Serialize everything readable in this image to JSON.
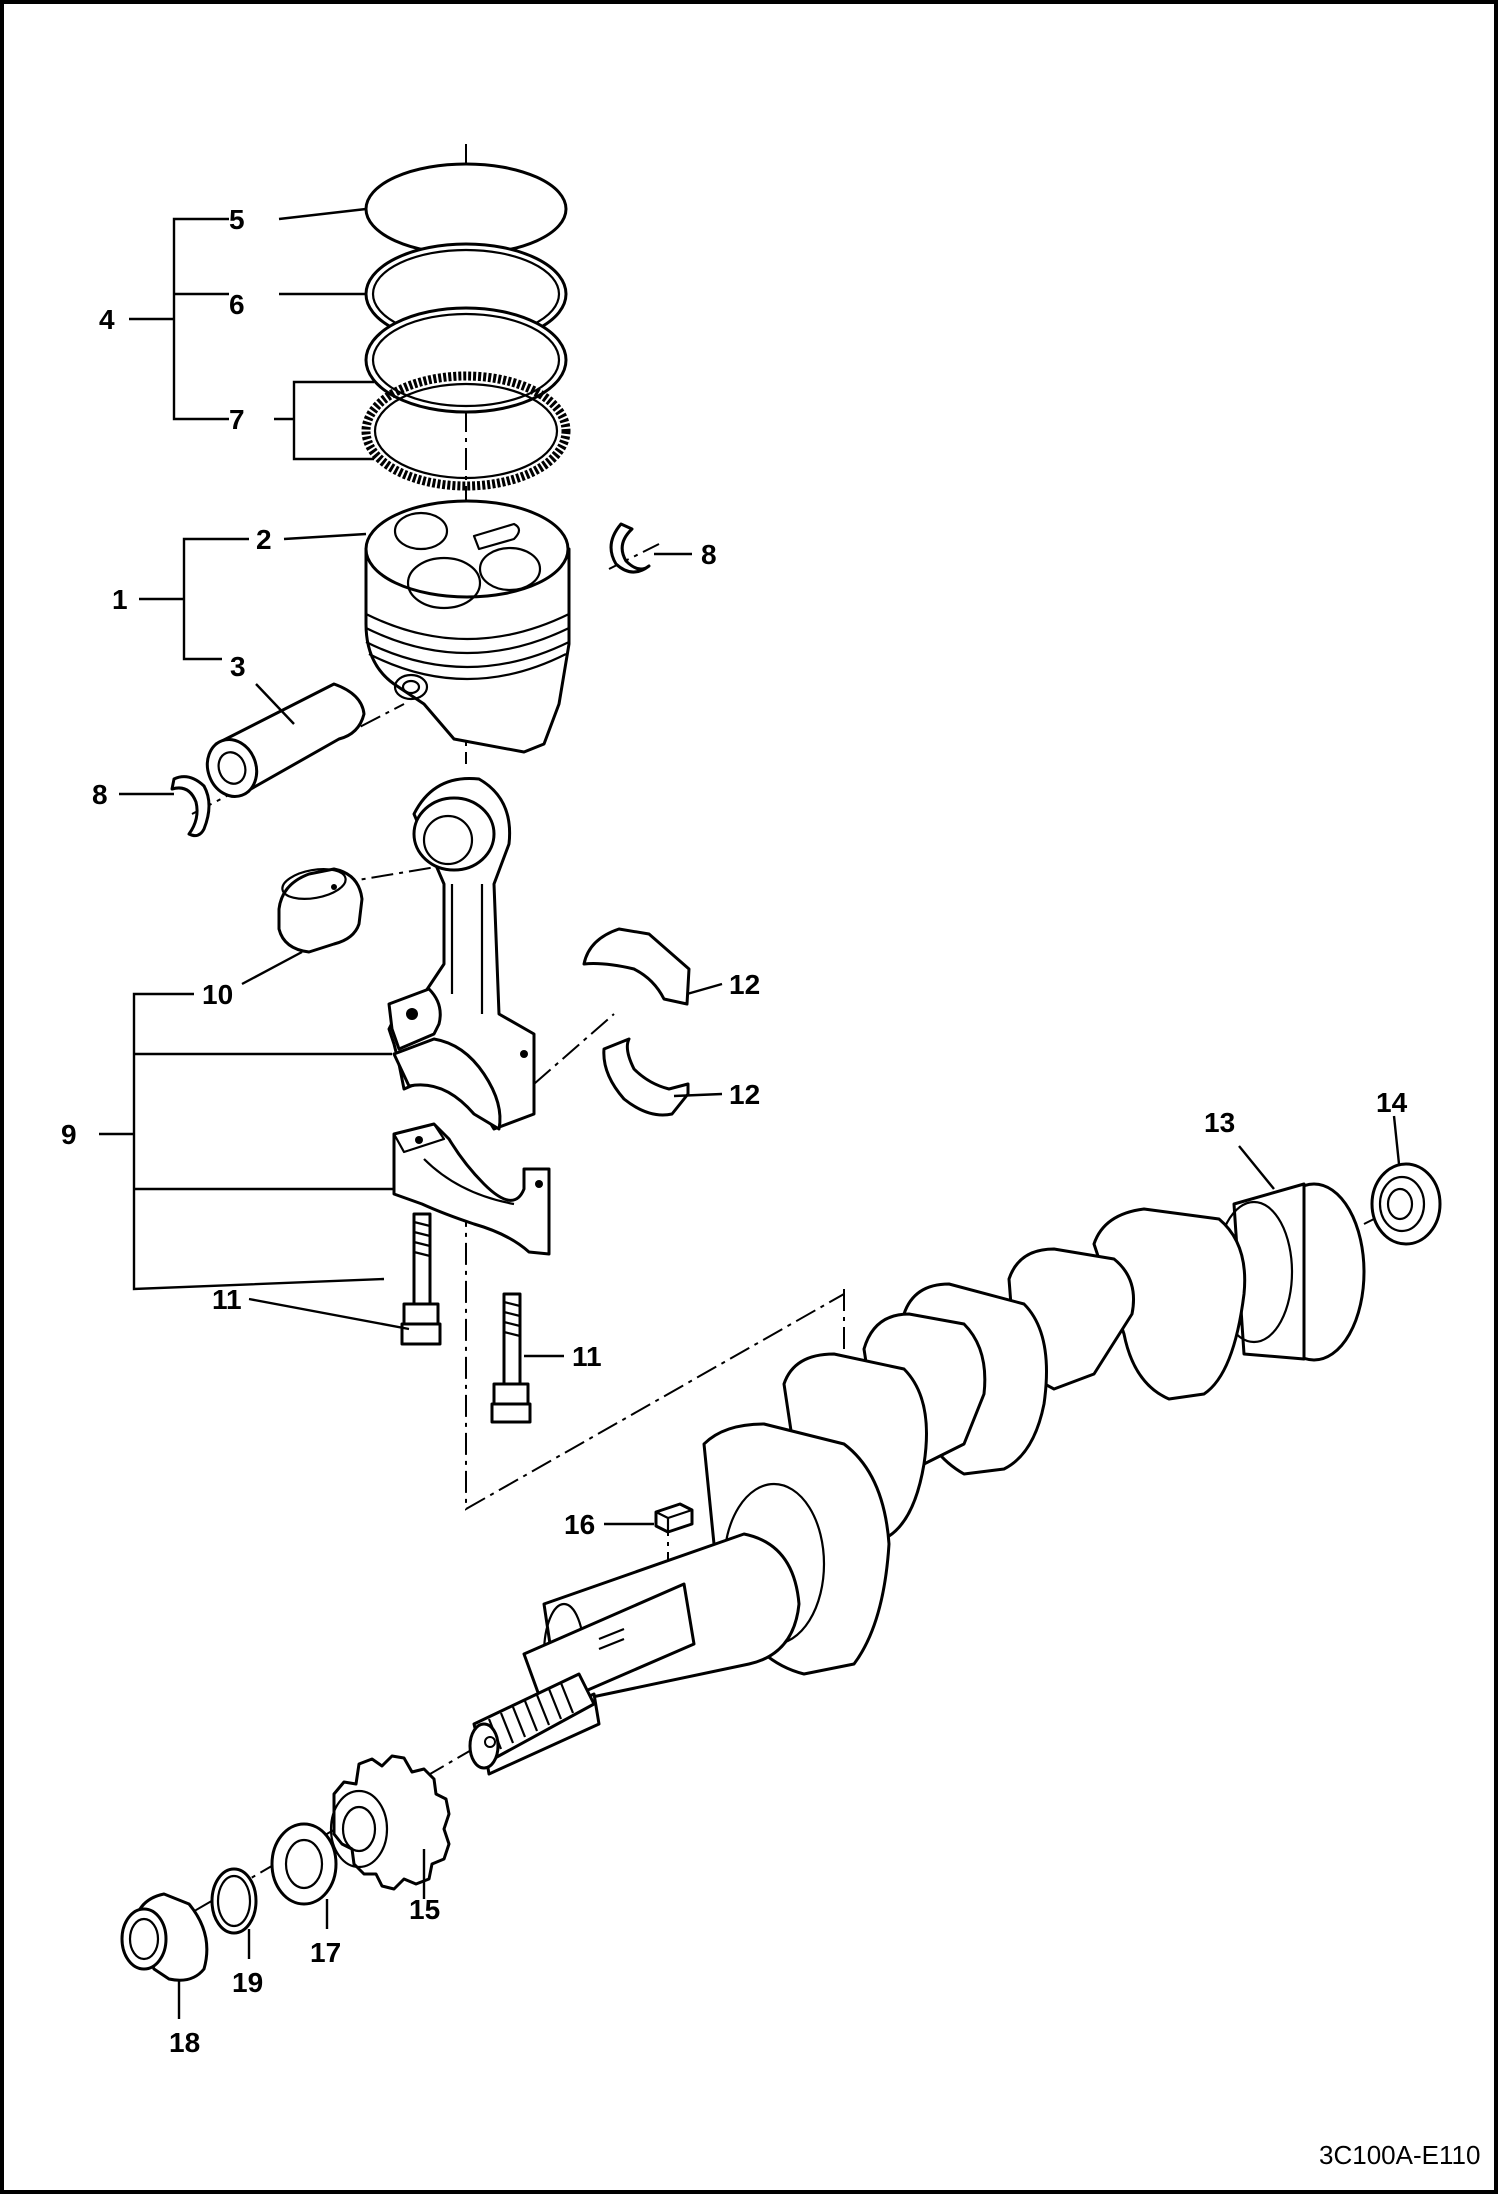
{
  "callouts": {
    "c1": "1",
    "c2": "2",
    "c3": "3",
    "c4": "4",
    "c5": "5",
    "c6": "6",
    "c7": "7",
    "c8a": "8",
    "c8b": "8",
    "c9": "9",
    "c10": "10",
    "c11a": "11",
    "c11b": "11",
    "c12a": "12",
    "c12b": "12",
    "c13": "13",
    "c14": "14",
    "c15": "15",
    "c16": "16",
    "c17": "17",
    "c18": "18",
    "c19": "19"
  },
  "figure_code": "3C100A-E110"
}
